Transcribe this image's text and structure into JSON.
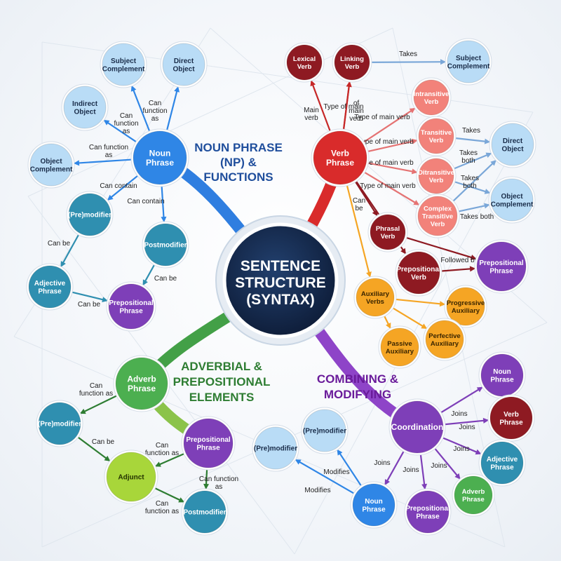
{
  "center": {
    "lines": [
      "SENTENCE",
      "STRUCTURE",
      "(SYNTAX)"
    ]
  },
  "sections": {
    "noun": {
      "lines": [
        "NOUN PHRASE",
        "(NP) &",
        "FUNCTIONS"
      ],
      "color": "#1f4e9c"
    },
    "adverbial": {
      "lines": [
        "ADVERBIAL &",
        "PREPOSITIONAL",
        "ELEMENTS"
      ],
      "color": "#2e7d32"
    },
    "combining": {
      "lines": [
        "COMBINING &",
        "MODIFYING"
      ],
      "color": "#6a1b9a"
    }
  },
  "colors": {
    "blue": "#2f86e6",
    "lightblue": "#a9d3f3",
    "teal": "#2f8fb0",
    "purple": "#7e3fb8",
    "red": "#d92b2b",
    "darkred": "#8e1a22",
    "salmon": "#f2827a",
    "orange": "#f5a524",
    "green": "#4caf50",
    "lime": "#a8d63a",
    "center": "#14284a"
  },
  "nodes": [
    {
      "id": "np",
      "lines": [
        "Noun",
        "Phrase"
      ],
      "color": "blue"
    },
    {
      "id": "subjcomp1",
      "lines": [
        "Subject",
        "Complement"
      ],
      "color": "lightblue"
    },
    {
      "id": "dirobj1",
      "lines": [
        "Direct",
        "Object"
      ],
      "color": "lightblue"
    },
    {
      "id": "indobj",
      "lines": [
        "Indirect",
        "Object"
      ],
      "color": "lightblue"
    },
    {
      "id": "objcomp1",
      "lines": [
        "Object",
        "Complement"
      ],
      "color": "lightblue"
    },
    {
      "id": "premod1",
      "lines": [
        "(Pre)modifier"
      ],
      "color": "teal"
    },
    {
      "id": "postmod1",
      "lines": [
        "Postmodifier"
      ],
      "color": "teal"
    },
    {
      "id": "adjph1",
      "lines": [
        "Adjective",
        "Phrase"
      ],
      "color": "teal"
    },
    {
      "id": "prepph1",
      "lines": [
        "Prepositional",
        "Phrase"
      ],
      "color": "purple"
    },
    {
      "id": "vp",
      "lines": [
        "Verb",
        "Phrase"
      ],
      "color": "red"
    },
    {
      "id": "lexverb",
      "lines": [
        "Lexical",
        "Verb"
      ],
      "color": "darkred"
    },
    {
      "id": "linkverb",
      "lines": [
        "Linking",
        "Verb"
      ],
      "color": "darkred"
    },
    {
      "id": "subjcomp2",
      "lines": [
        "Subject",
        "Complement"
      ],
      "color": "lightblue"
    },
    {
      "id": "intrans",
      "lines": [
        "Intransitive",
        "Verb"
      ],
      "color": "salmon"
    },
    {
      "id": "trans",
      "lines": [
        "Transitive",
        "Verb"
      ],
      "color": "salmon"
    },
    {
      "id": "ditrans",
      "lines": [
        "Ditransitive",
        "Verb"
      ],
      "color": "salmon"
    },
    {
      "id": "complex",
      "lines": [
        "Complex",
        "Transitive",
        "Verb"
      ],
      "color": "salmon"
    },
    {
      "id": "dirobj2",
      "lines": [
        "Direct",
        "Object"
      ],
      "color": "lightblue"
    },
    {
      "id": "objcomp2",
      "lines": [
        "Object",
        "Complement"
      ],
      "color": "lightblue"
    },
    {
      "id": "phrasal",
      "lines": [
        "Phrasal",
        "Verb"
      ],
      "color": "darkred"
    },
    {
      "id": "prepverb",
      "lines": [
        "Prepositional",
        "Verb"
      ],
      "color": "darkred"
    },
    {
      "id": "prepph2",
      "lines": [
        "Prepositional",
        "Phrase"
      ],
      "color": "purple"
    },
    {
      "id": "auxverbs",
      "lines": [
        "Auxiliary",
        "Verbs"
      ],
      "color": "orange"
    },
    {
      "id": "progaux",
      "lines": [
        "Progressive",
        "Auxiliary"
      ],
      "color": "orange"
    },
    {
      "id": "passaux",
      "lines": [
        "Passive",
        "Auxiliary"
      ],
      "color": "orange"
    },
    {
      "id": "perfaux",
      "lines": [
        "Perfective",
        "Auxiliary"
      ],
      "color": "orange"
    },
    {
      "id": "advph1",
      "lines": [
        "Adverb",
        "Phrase"
      ],
      "color": "green"
    },
    {
      "id": "premod2",
      "lines": [
        "(Pre)modifier"
      ],
      "color": "teal"
    },
    {
      "id": "adjunct",
      "lines": [
        "Adjunct"
      ],
      "color": "lime"
    },
    {
      "id": "prepph3",
      "lines": [
        "Prepositional",
        "Phrase"
      ],
      "color": "purple"
    },
    {
      "id": "postmod2",
      "lines": [
        "Postmodifier"
      ],
      "color": "teal"
    },
    {
      "id": "coord",
      "lines": [
        "Coordination"
      ],
      "color": "purple"
    },
    {
      "id": "np2",
      "lines": [
        "Noun",
        "Phrase"
      ],
      "color": "purple"
    },
    {
      "id": "vp2",
      "lines": [
        "Verb",
        "Phrase"
      ],
      "color": "darkred"
    },
    {
      "id": "adjph2",
      "lines": [
        "Adjective",
        "Phrase"
      ],
      "color": "teal"
    },
    {
      "id": "advph2",
      "lines": [
        "Adverb",
        "Phrase"
      ],
      "color": "green"
    },
    {
      "id": "prepph4",
      "lines": [
        "Prepositional",
        "Phrase"
      ],
      "color": "purple"
    },
    {
      "id": "np3",
      "lines": [
        "Noun",
        "Phrase"
      ],
      "color": "blue"
    },
    {
      "id": "premod3",
      "lines": [
        "(Pre)modifier"
      ],
      "color": "lightblue"
    },
    {
      "id": "premod4",
      "lines": [
        "(Pre)modifier"
      ],
      "color": "lightblue"
    }
  ],
  "edges": [
    {
      "from": "np",
      "to": "subjcomp1",
      "label": [
        "Can",
        "function",
        "as"
      ],
      "color": "#2f86e6"
    },
    {
      "from": "np",
      "to": "dirobj1",
      "label": [
        "Can",
        "function",
        "as"
      ],
      "color": "#2f86e6"
    },
    {
      "from": "np",
      "to": "indobj",
      "label": [],
      "color": "#2f86e6"
    },
    {
      "from": "np",
      "to": "objcomp1",
      "label": [
        "Can function",
        "as"
      ],
      "color": "#2f86e6"
    },
    {
      "from": "np",
      "to": "premod1",
      "label": [
        "Can contain"
      ],
      "color": "#2f86e6"
    },
    {
      "from": "np",
      "to": "postmod1",
      "label": [
        "Can contain"
      ],
      "color": "#2f86e6"
    },
    {
      "from": "premod1",
      "to": "adjph1",
      "label": [
        "Can be"
      ],
      "color": "#2f8fb0"
    },
    {
      "from": "postmod1",
      "to": "prepph1",
      "label": [
        "Can be"
      ],
      "color": "#2f8fb0"
    },
    {
      "from": "adjph1",
      "to": "prepph1",
      "label": [
        "Can be"
      ],
      "color": "#2f8fb0"
    },
    {
      "from": "vp",
      "to": "lexverb",
      "label": [
        "Main",
        "verb"
      ],
      "color": "#c62828"
    },
    {
      "from": "vp",
      "to": "linkverb",
      "label": [
        "Type of main"
      ],
      "color": "#c62828"
    },
    {
      "from": "vp",
      "to": "linkverb",
      "label": [
        "of",
        "main",
        "verb"
      ],
      "color": "#c62828"
    },
    {
      "from": "linkverb",
      "to": "subjcomp2",
      "label": [
        "Takes"
      ],
      "color": "#7aa7d8"
    },
    {
      "from": "vp",
      "to": "intrans",
      "label": [
        "Type of main verb"
      ],
      "color": "#e57373"
    },
    {
      "from": "vp",
      "to": "trans",
      "label": [
        "Type of main verb"
      ],
      "color": "#e57373"
    },
    {
      "from": "vp",
      "to": "ditrans",
      "label": [
        "Type of main verb"
      ],
      "color": "#e57373"
    },
    {
      "from": "vp",
      "to": "complex",
      "label": [
        "Type of main verb"
      ],
      "color": "#e57373"
    },
    {
      "from": "trans",
      "to": "dirobj2",
      "label": [
        "Takes"
      ],
      "color": "#7aa7d8"
    },
    {
      "from": "ditrans",
      "to": "dirobj2",
      "label": [
        "Takes",
        "both"
      ],
      "color": "#7aa7d8"
    },
    {
      "from": "ditrans",
      "to": "objcomp2",
      "label": [
        "Takes",
        "both"
      ],
      "color": "#7aa7d8"
    },
    {
      "from": "complex",
      "to": "objcomp2",
      "label": [
        "Takes both"
      ],
      "color": "#7aa7d8"
    },
    {
      "from": "complex",
      "to": "dirobj2",
      "label": [],
      "color": "#7aa7d8"
    },
    {
      "from": "vp",
      "to": "phrasal",
      "label": [
        "Can",
        "be"
      ],
      "color": "#8e1a22"
    },
    {
      "from": "vp",
      "to": "prepverb",
      "label": [],
      "color": "#8e1a22"
    },
    {
      "from": "prepverb",
      "to": "prepph2",
      "label": [
        "Followed by"
      ],
      "color": "#8e1a22"
    },
    {
      "from": "phrasal",
      "to": "prepph2",
      "label": [],
      "color": "#8e1a22"
    },
    {
      "from": "vp",
      "to": "auxverbs",
      "label": [],
      "color": "#f5a524"
    },
    {
      "from": "auxverbs",
      "to": "progaux",
      "label": [],
      "color": "#f5a524"
    },
    {
      "from": "auxverbs",
      "to": "passaux",
      "label": [],
      "color": "#f5a524"
    },
    {
      "from": "auxverbs",
      "to": "perfaux",
      "label": [],
      "color": "#f5a524"
    },
    {
      "from": "advph1",
      "to": "premod2",
      "label": [
        "Can",
        "function as"
      ],
      "color": "#2e7d32"
    },
    {
      "from": "premod2",
      "to": "adjunct",
      "label": [
        "Can be"
      ],
      "color": "#2e7d32"
    },
    {
      "from": "prepph3",
      "to": "adjunct",
      "label": [
        "Can",
        "function as"
      ],
      "color": "#2e7d32"
    },
    {
      "from": "prepph3",
      "to": "postmod2",
      "label": [
        "Can function",
        "as"
      ],
      "color": "#2e7d32"
    },
    {
      "from": "adjunct",
      "to": "postmod2",
      "label": [
        "Can",
        "function as"
      ],
      "color": "#2e7d32"
    },
    {
      "from": "coord",
      "to": "np2",
      "label": [
        "Joins"
      ],
      "color": "#7e3fb8"
    },
    {
      "from": "coord",
      "to": "vp2",
      "label": [
        "Joins"
      ],
      "color": "#7e3fb8"
    },
    {
      "from": "coord",
      "to": "adjph2",
      "label": [
        "Joins"
      ],
      "color": "#7e3fb8"
    },
    {
      "from": "coord",
      "to": "advph2",
      "label": [
        "Joins"
      ],
      "color": "#7e3fb8"
    },
    {
      "from": "coord",
      "to": "prepph4",
      "label": [
        "Joins"
      ],
      "color": "#7e3fb8"
    },
    {
      "from": "coord",
      "to": "np3",
      "label": [
        "Joins"
      ],
      "color": "#7e3fb8"
    },
    {
      "from": "np3",
      "to": "premod3",
      "label": [
        "Modifies"
      ],
      "color": "#2f86e6"
    },
    {
      "from": "np3",
      "to": "premod4",
      "label": [
        "Modifies"
      ],
      "color": "#2f86e6"
    }
  ]
}
